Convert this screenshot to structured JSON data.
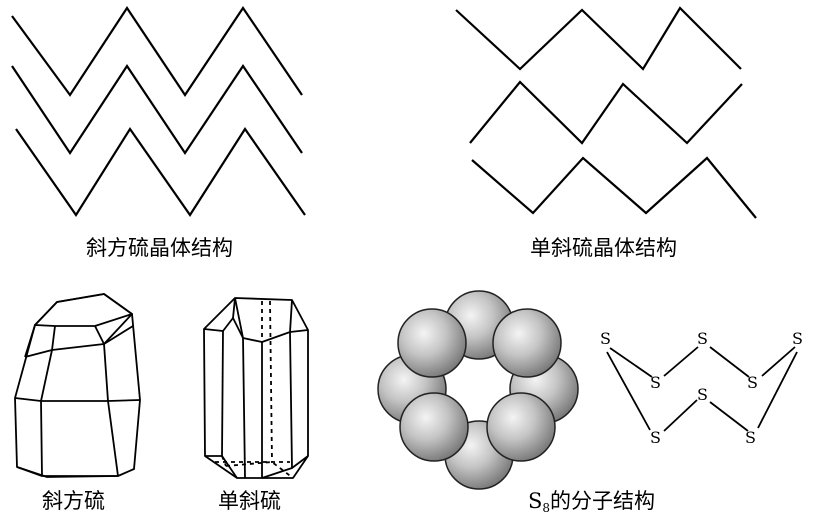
{
  "labels": {
    "orthorhombic_structure": "斜方硫晶体结构",
    "monoclinic_structure": "单斜硫晶体结构",
    "orthorhombic_crystal": "斜方硫",
    "monoclinic_crystal": "单斜硫",
    "s8_prefix": "S",
    "s8_subscript": "8",
    "s8_suffix": "的分子结构"
  },
  "s8_ring_atoms": [
    "S",
    "S",
    "S",
    "S",
    "S",
    "S",
    "S",
    "S"
  ],
  "colors": {
    "line": "#000000",
    "sphere_light": "#f2f2f2",
    "sphere_dark": "#7a7a7a"
  }
}
